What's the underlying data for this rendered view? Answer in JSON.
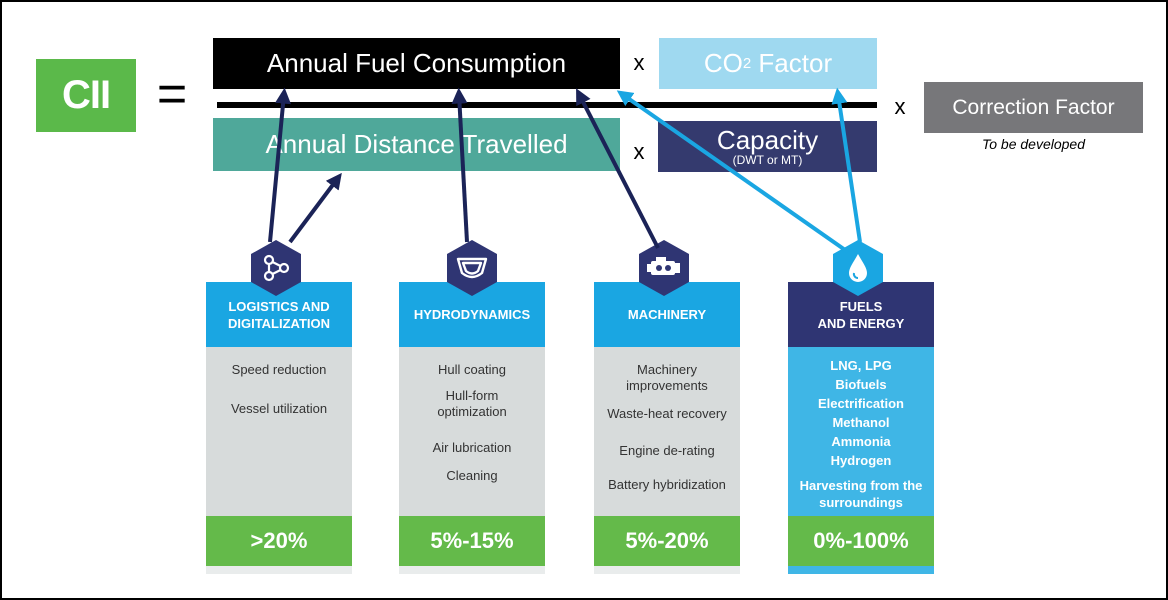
{
  "formula": {
    "cii_label": "CII",
    "equals": "=",
    "numerator": "Annual Fuel Consumption",
    "denominator": "Annual Distance Travelled",
    "times": "x",
    "co2_prefix": "CO",
    "co2_sub": "2",
    "co2_suffix": " Factor",
    "capacity_title": "Capacity",
    "capacity_sub": "(DWT or MT)",
    "correction": "Correction Factor",
    "correction_note": "To be developed"
  },
  "colors": {
    "cii_green": "#5bb94a",
    "teal": "#4fa89a",
    "light_blue": "#9fd9f0",
    "navy": "#343a6e",
    "grey": "#77777a",
    "card_blue": "#1aa6e2",
    "card_green": "#64ba4a",
    "arrow_navy": "#1b2357",
    "arrow_blue": "#1aa6e2"
  },
  "cards": [
    {
      "icon": "network-nodes-icon",
      "title_line1": "LOGISTICS AND",
      "title_line2": "DIGITALIZATION",
      "items": [
        "Speed reduction",
        "Vessel utilization"
      ],
      "reduction": ">20%"
    },
    {
      "icon": "hull-icon",
      "title_line1": "HYDRODYNAMICS",
      "title_line2": "",
      "items": [
        "Hull coating",
        "Hull-form optimization",
        "Air lubrication",
        "Cleaning"
      ],
      "reduction": "5%-15%"
    },
    {
      "icon": "engine-icon",
      "title_line1": "MACHINERY",
      "title_line2": "",
      "items": [
        "Machinery improvements",
        "Waste-heat recovery",
        "Engine de-rating",
        "Battery hybridization"
      ],
      "reduction": "5%-20%"
    },
    {
      "icon": "droplet-icon",
      "title_line1": "FUELS",
      "title_line2": "AND ENERGY",
      "items": [
        "LNG, LPG",
        "Biofuels",
        "Electrification",
        "Methanol",
        "Ammonia",
        "Hydrogen",
        "Harvesting from the surroundings"
      ],
      "reduction": "0%-100%"
    }
  ]
}
